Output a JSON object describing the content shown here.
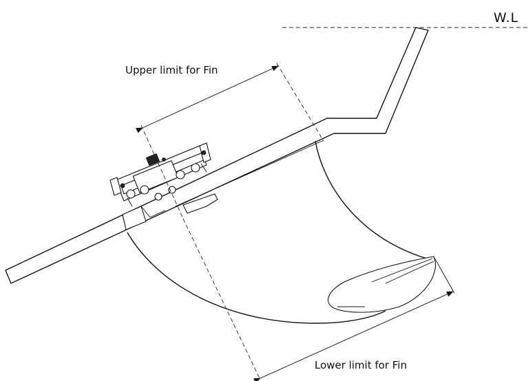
{
  "labels": {
    "water_line": "W.L",
    "upper_limit": "Upper limit for Fin",
    "lower_limit": "Lower limit for Fin"
  },
  "colors": {
    "line": "#111111",
    "background": "#ffffff"
  }
}
